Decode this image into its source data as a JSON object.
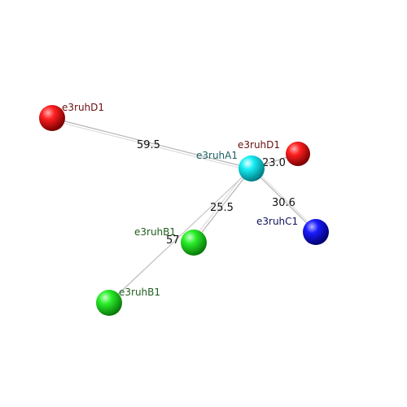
{
  "colors": {
    "red": "#e00000",
    "cyan": "#00e5ee",
    "green": "#22dd22",
    "blue": "#0000e0",
    "label_red": "#6b1010",
    "label_cyan": "#1d5f66",
    "label_green": "#1f5e1f",
    "label_blue": "#14145e",
    "edge": "#b4b4b4"
  },
  "nodes": [
    {
      "id": "d1_left",
      "label": "e3ruhD1",
      "color": "red"
    },
    {
      "id": "d1_right",
      "label": "e3ruhD1",
      "color": "red"
    },
    {
      "id": "a1",
      "label": "e3ruhA1",
      "color": "cyan"
    },
    {
      "id": "c1",
      "label": "e3ruhC1",
      "color": "blue"
    },
    {
      "id": "b1_upper",
      "label": "e3ruhB1",
      "color": "green"
    },
    {
      "id": "b1_lower",
      "label": "e3ruhB1",
      "color": "green"
    }
  ],
  "edges": [
    {
      "from": "a1",
      "to": "d1_left",
      "label": "59.5"
    },
    {
      "from": "a1",
      "to": "d1_right",
      "label": "23.0"
    },
    {
      "from": "a1",
      "to": "c1",
      "label": "30.6"
    },
    {
      "from": "a1",
      "to": "b1_upper",
      "label": "25.5"
    },
    {
      "from": "a1",
      "to": "b1_lower",
      "label": "57"
    }
  ]
}
